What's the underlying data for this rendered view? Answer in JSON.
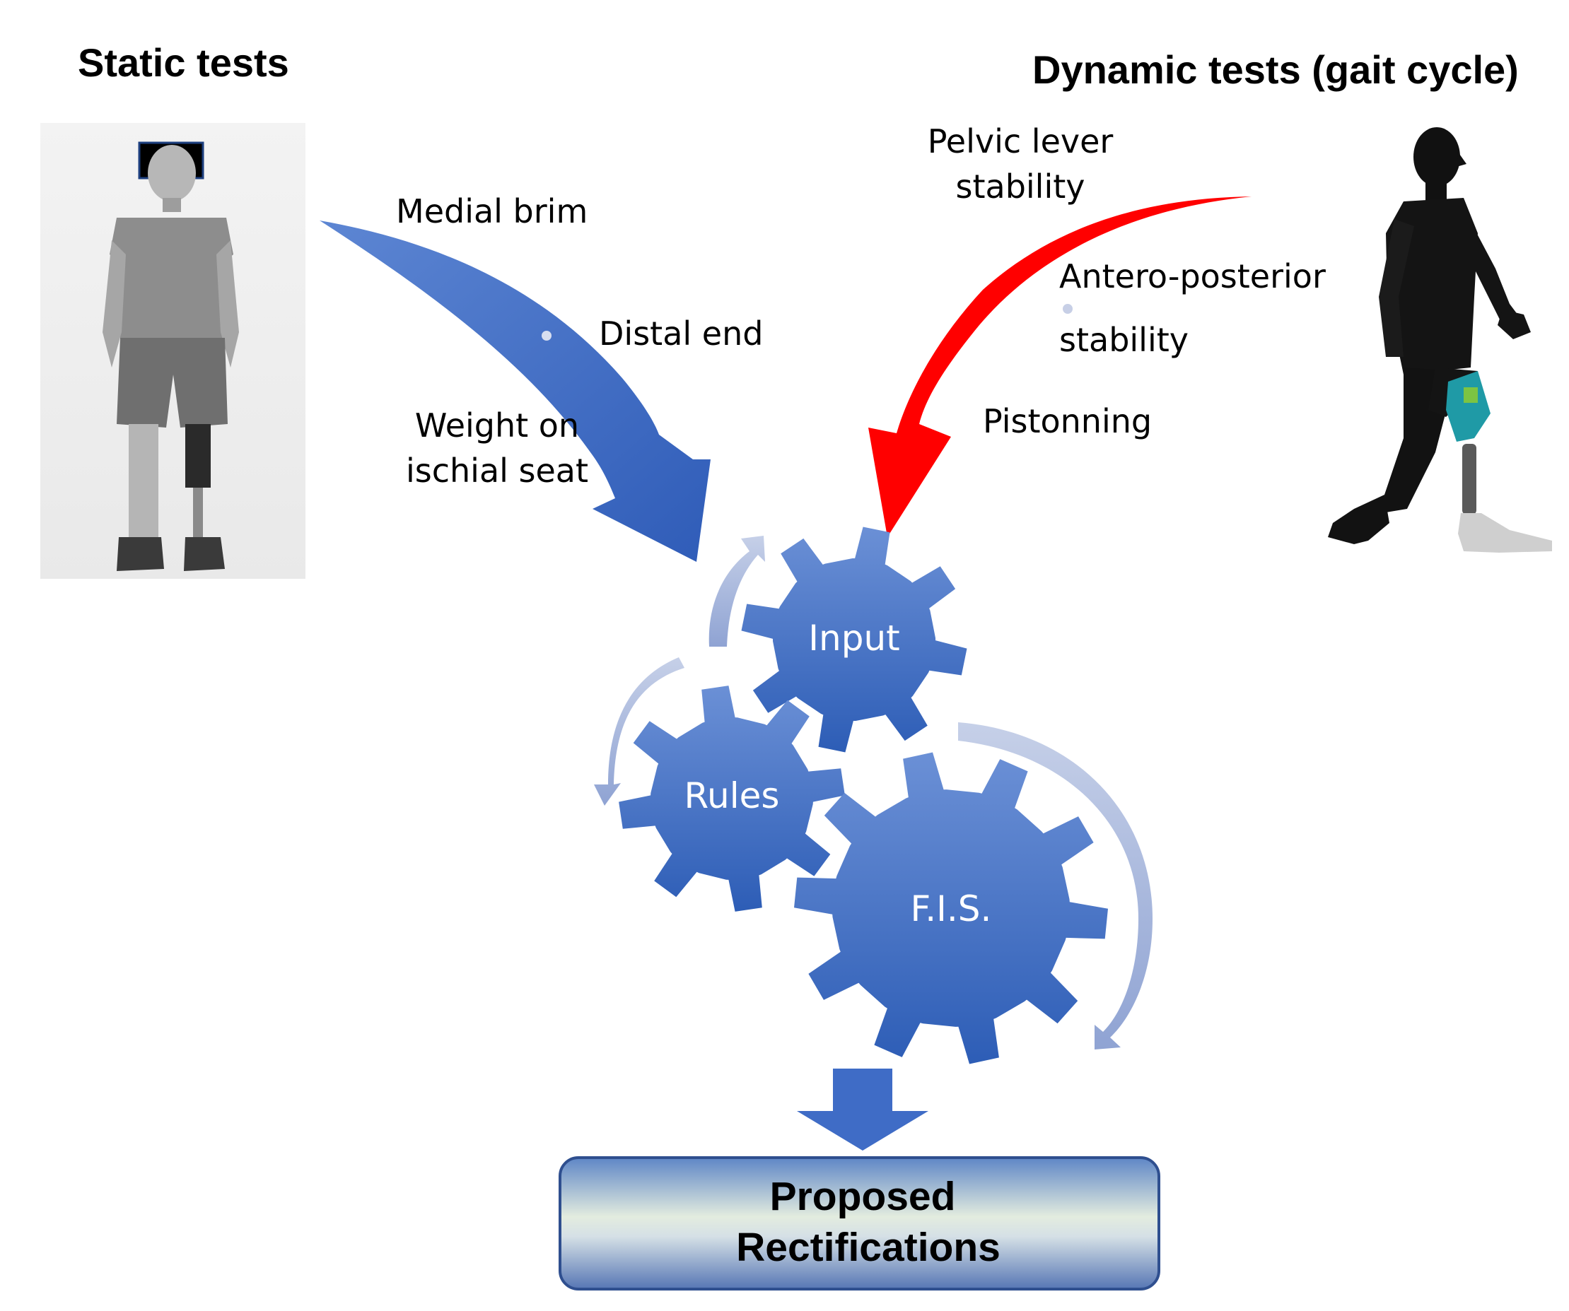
{
  "headings": {
    "static": "Static tests",
    "dynamic": "Dynamic tests (gait cycle)"
  },
  "static_params": [
    "Medial brim",
    "Distal end",
    "Weight on",
    "ischial seat"
  ],
  "dynamic_params": [
    "Pelvic lever",
    "stability",
    "Antero-posterior",
    "stability",
    "Pistonning"
  ],
  "gears": {
    "input": "Input",
    "rules": "Rules",
    "fis": "F.I.S."
  },
  "output": {
    "line1": "Proposed",
    "line2": "Rectifications"
  },
  "colors": {
    "gear_top": "#5b85cf",
    "gear_bottom": "#2f5fb8",
    "static_arrow": "#3a66c4",
    "dynamic_arrow": "#ff0000",
    "cycle_arrow": "#a9b8dc",
    "output_box_border": "#2f4f8f",
    "output_box_mid": "#dfe8e0"
  },
  "icons": [
    "standing-amputee-photo",
    "walking-prosthesis-silhouette",
    "down-arrow-icon"
  ]
}
